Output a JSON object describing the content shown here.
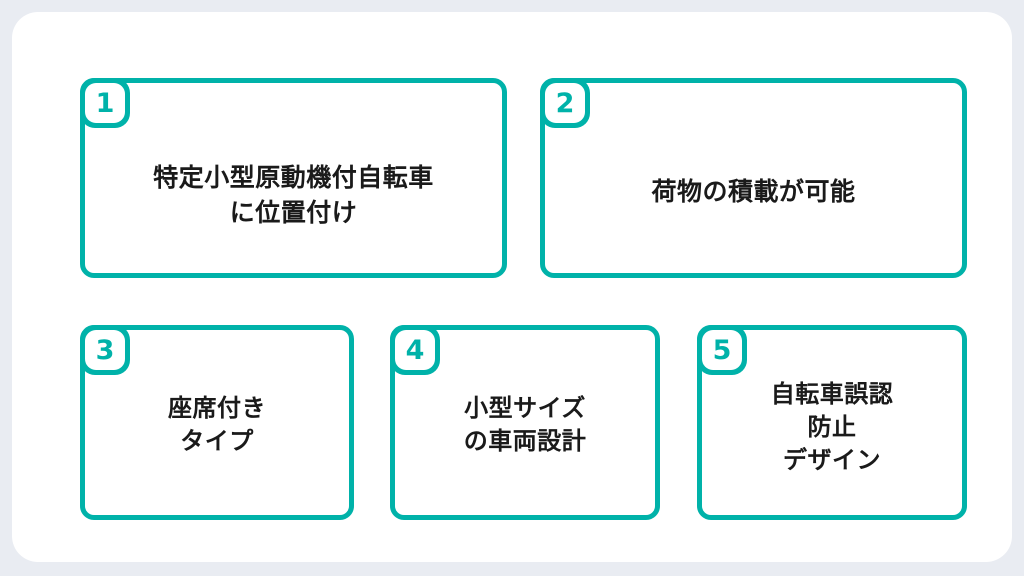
{
  "theme": {
    "page_background": "#e9ecf2",
    "panel_background": "#ffffff",
    "accent": "#00b2a9",
    "text_color": "#1a1a1a"
  },
  "cards": [
    {
      "number": "1",
      "text": "特定小型原動機付自転車\nに位置付け",
      "lines": [
        "特定小型原動機付自転車",
        "に位置付け"
      ]
    },
    {
      "number": "2",
      "text": "荷物の積載が可能",
      "lines": [
        "荷物の積載が可能"
      ]
    },
    {
      "number": "3",
      "text": "座席付き\nタイプ",
      "lines": [
        "座席付き",
        "タイプ"
      ]
    },
    {
      "number": "4",
      "text": "小型サイズ\nの車両設計",
      "lines": [
        "小型サイズ",
        "の車両設計"
      ]
    },
    {
      "number": "5",
      "text": "自転車誤認\n防止\nデザイン",
      "lines": [
        "自転車誤認",
        "防止",
        "デザイン"
      ]
    }
  ]
}
